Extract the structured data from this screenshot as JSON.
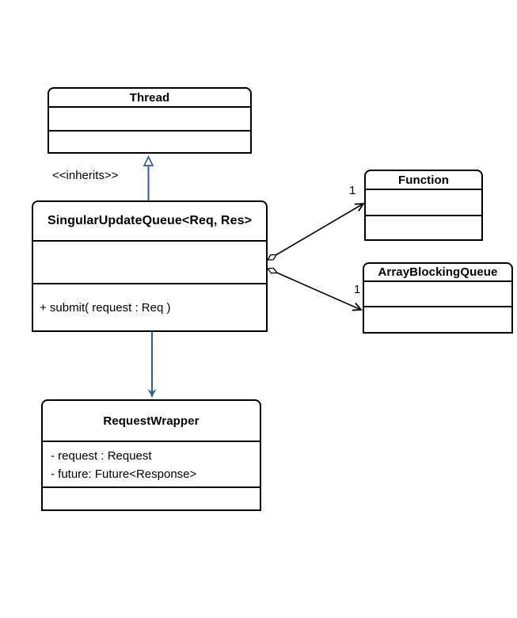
{
  "classes": {
    "thread": {
      "name": "Thread"
    },
    "singular_update_queue": {
      "name": "SingularUpdateQueue<Req, Res>",
      "method": "+ submit( request : Req )"
    },
    "function": {
      "name": "Function"
    },
    "array_blocking_queue": {
      "name": "ArrayBlockingQueue"
    },
    "request_wrapper": {
      "name": "RequestWrapper",
      "attributes": [
        "- request : Request",
        "- future: Future<Response>"
      ]
    }
  },
  "labels": {
    "inherits": "<<inherits>>",
    "function_multiplicity": "1",
    "queue_multiplicity": "1"
  },
  "colors": {
    "box_border": "#000000",
    "box_fill": "#ffffff",
    "text": "#000000",
    "blue_arrow": "#2d5e8e",
    "black_arrow": "#000000"
  }
}
